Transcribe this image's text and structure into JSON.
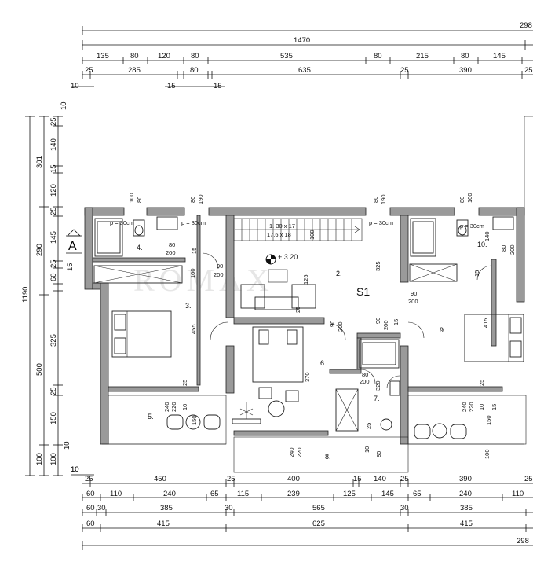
{
  "watermark": "ROMAX",
  "top_dims": {
    "row0": [
      "298"
    ],
    "row1": [
      "1470"
    ],
    "row2": [
      "135",
      "80",
      "120",
      "80",
      "535",
      "80",
      "215",
      "80",
      "145"
    ],
    "row3": [
      "25",
      "285",
      "80",
      "635",
      "25",
      "390",
      "25"
    ],
    "row4": [
      "10",
      "15",
      "15"
    ]
  },
  "left_dims": {
    "outer": [
      "1190"
    ],
    "mid": [
      "301",
      "290",
      "500",
      "100"
    ],
    "inner": [
      "25",
      "140",
      "15",
      "120",
      "25",
      "145",
      "25",
      "60",
      "325",
      "25",
      "150",
      "100"
    ],
    "extra": [
      "10",
      "15",
      "10",
      "10"
    ]
  },
  "bottom_dims": {
    "row1": [
      "10",
      "25",
      "450",
      "25",
      "400",
      "15",
      "140",
      "25",
      "390",
      "25"
    ],
    "row2": [
      "60",
      "110",
      "240",
      "65",
      "115",
      "239",
      "125",
      "145",
      "65",
      "240",
      "110"
    ],
    "row3": [
      "60",
      "30",
      "385",
      "30",
      "565",
      "30",
      "385"
    ],
    "row4": [
      "60",
      "415",
      "625",
      "415"
    ],
    "row5": [
      "298"
    ]
  },
  "section_label": "A",
  "level": "+ 3.20",
  "stair_label": "S1",
  "stair_dims": [
    "1.  30 x 17",
    "17,6 x 18"
  ],
  "rooms": [
    "2.",
    "3.",
    "4.",
    "5.",
    "6.",
    "7.",
    "8.",
    "9.",
    "10."
  ],
  "openings": {
    "w1": [
      "100",
      "80"
    ],
    "w2": [
      "80",
      "190"
    ],
    "w3": [
      "80",
      "190"
    ],
    "w4": [
      "80",
      "100"
    ],
    "p1": "p = 30cm",
    "p2": "p = 30cm",
    "p3": "p = 30cm",
    "p4": "p = 30cm",
    "d4": [
      "80",
      "200"
    ],
    "d3a": [
      "15",
      "100"
    ],
    "d2": [
      "90",
      "200"
    ],
    "h455": "455",
    "v125": "125",
    "v325": "325",
    "v100": "100",
    "d6": [
      "90",
      "200"
    ],
    "v25": "25",
    "d2b": [
      "90",
      "200"
    ],
    "v15": "15",
    "d9": "415",
    "v90": "90",
    "d7": [
      "80",
      "200"
    ],
    "v320": "320",
    "v370": "370",
    "d10": [
      "80",
      "200"
    ],
    "v140": "140",
    "v15b": "15",
    "v15c": "15",
    "d5": [
      "240",
      "220",
      "10",
      "25"
    ],
    "v150": "150",
    "d5b": [
      "240",
      "220",
      "10",
      "25"
    ],
    "v150b": "150",
    "d8": [
      "240",
      "220"
    ],
    "v25b": "25",
    "v10": [
      "10",
      "80"
    ],
    "v100b": "100"
  }
}
